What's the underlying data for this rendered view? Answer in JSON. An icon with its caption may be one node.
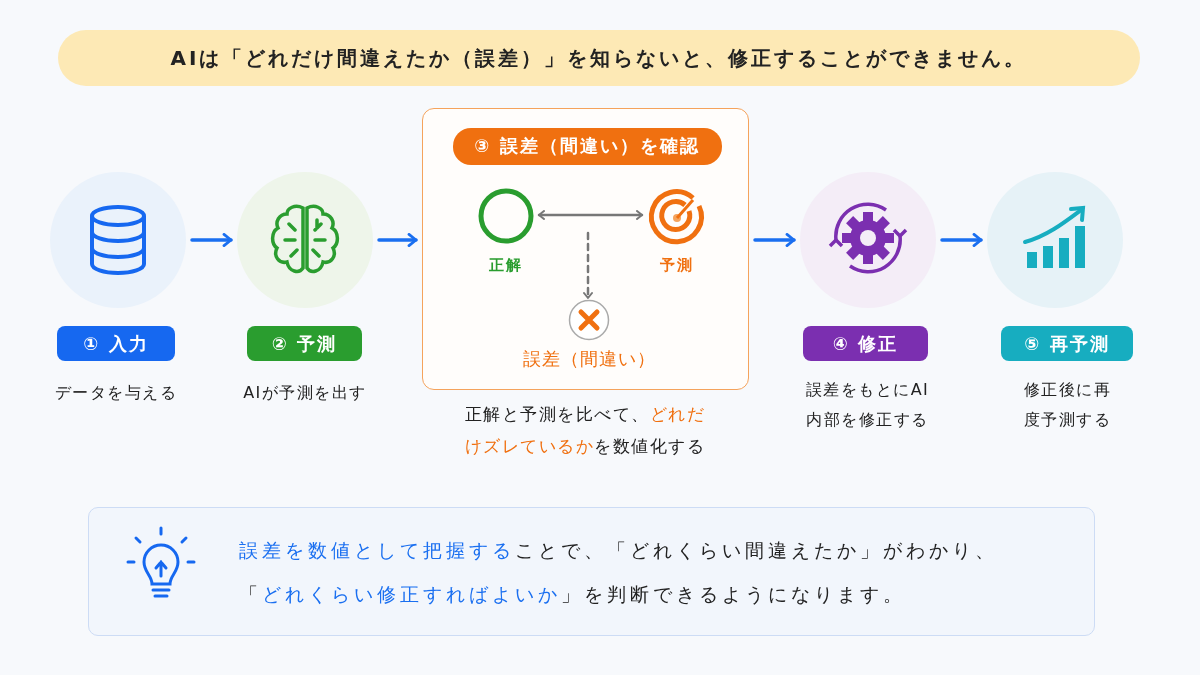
{
  "diagram": {
    "nodes": [
      {
        "text": [
          "AIは「どれだけ間違えたか（誤差）」を知らないと、修正することができません。"
        ]
      },
      {
        "text": [],
        "shape": "circle"
      },
      {
        "text": [
          "① 入力"
        ],
        "beside": [
          "データを与える"
        ]
      },
      {
        "text": [],
        "shape": "circle"
      },
      {
        "text": [
          "② 予測"
        ],
        "beside": [
          "AIが予測を出す"
        ]
      },
      {
        "text": [
          "③ 誤差（間違い）を確認"
        ],
        "beside": [
          "正解と予測を比べて、**どれだけズレているか**を数値化する"
        ]
      },
      {
        "text": [
          "正解"
        ],
        "in": 5
      },
      {
        "text": [
          "予測"
        ],
        "in": 5
      },
      {
        "text": [
          "誤差（間違い）"
        ],
        "in": 5
      },
      {
        "text": [],
        "shape": "circle"
      },
      {
        "text": [
          "④ 修正"
        ],
        "beside": [
          "誤差をもとにAI内部を修正する"
        ]
      },
      {
        "text": [],
        "shape": "circle"
      },
      {
        "text": [
          "⑤ 再予測"
        ],
        "beside": [
          "修正後に再度予測する"
        ]
      },
      {
        "text": [
          "**誤差を数値として把握する**ことで、「どれくらい間違えたか」がわかり、「**どれくらい修正すればよいか**」を判断できるようになります。"
        ]
      }
    ],
    "edges": [
      {
        "from": 1,
        "to": 3,
        "arrow": "to"
      },
      {
        "from": 3,
        "to": 5,
        "arrow": "to"
      },
      {
        "from": 5,
        "to": 9,
        "arrow": "to"
      },
      {
        "from": 9,
        "to": 11,
        "arrow": "to"
      },
      {
        "from": 6,
        "to": 7,
        "arrow": "both",
        "color": "#777777"
      },
      {
        "from": null,
        "to": 8,
        "arrow": "to",
        "style": "dashed",
        "color": "#777777"
      }
    ]
  }
}
